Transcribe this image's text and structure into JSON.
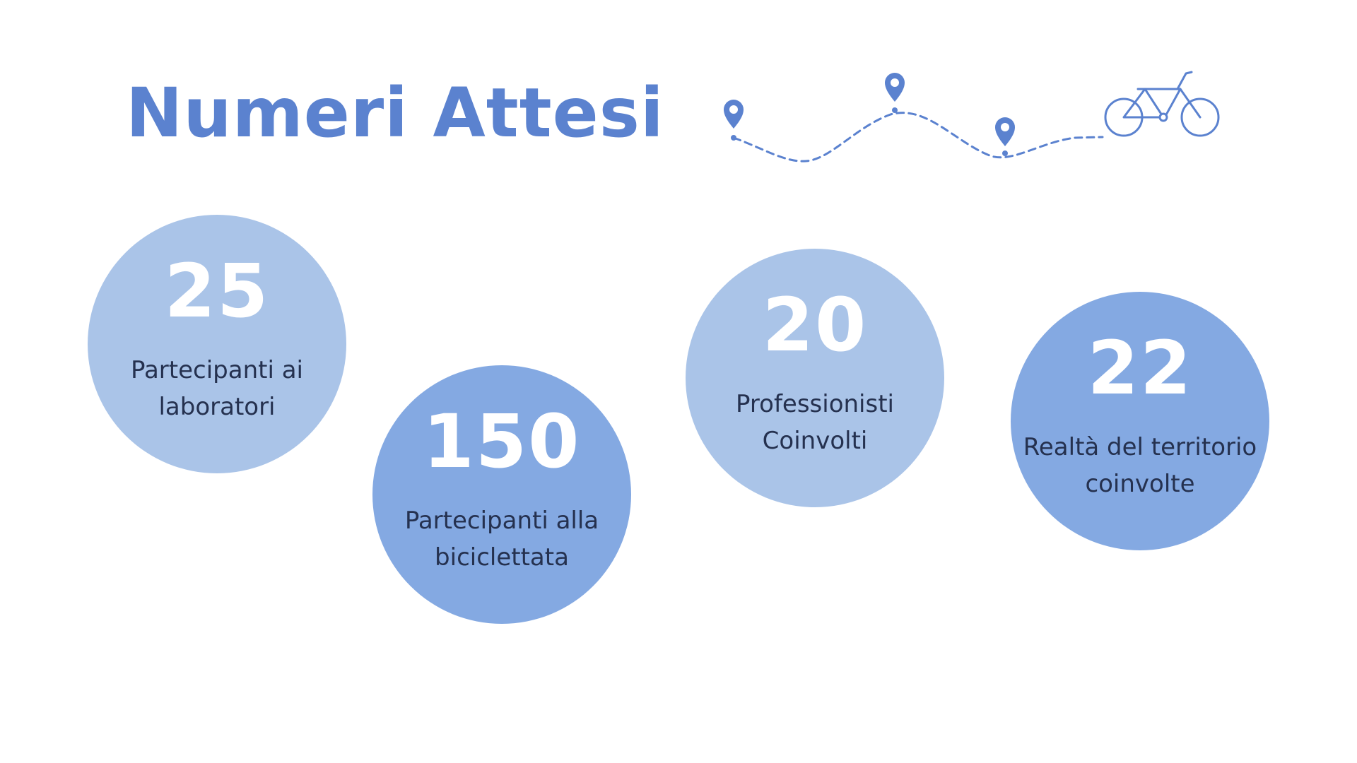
{
  "title": "Numeri Attesi",
  "colors": {
    "title": "#5b82cf",
    "circle_light": "#aac4e8",
    "circle_dark": "#84a9e2",
    "number": "#ffffff",
    "label": "#25314f",
    "route": "#5b82cf"
  },
  "decoration": {
    "icons": [
      "map-pin-icon",
      "map-pin-icon",
      "map-pin-icon",
      "bicycle-icon"
    ]
  },
  "stats": [
    {
      "value": "25",
      "label": "Partecipanti ai laboratori"
    },
    {
      "value": "150",
      "label": "Partecipanti alla biciclettata"
    },
    {
      "value": "20",
      "label": "Professionisti Coinvolti"
    },
    {
      "value": "22",
      "label": "Realtà del territorio coinvolte"
    }
  ]
}
